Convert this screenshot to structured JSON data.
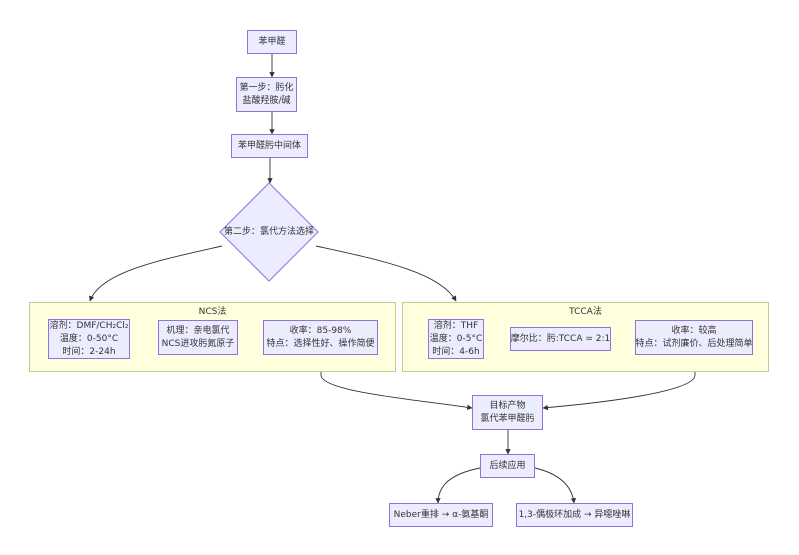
{
  "nodes": {
    "start": [
      "苯甲醛"
    ],
    "step1": [
      "第一步：肟化",
      "盐酸羟胺/碱"
    ],
    "oxime": [
      "苯甲醛肟中间体"
    ],
    "step2": [
      "第二步：氯代方法选择"
    ],
    "target": [
      "目标产物",
      "氯代苯甲醛肟"
    ],
    "followup": [
      "后续应用"
    ],
    "neber": [
      "Neber重排 → α-氨基酮"
    ],
    "cyclo": [
      "1,3-偶极环加成 → 异噁唑啉"
    ]
  },
  "clusters": {
    "ncs": {
      "title": "NCS法",
      "cond": [
        "溶剂：DMF/CH₂Cl₂",
        "温度：0-50°C",
        "时间：2-24h"
      ],
      "mech": [
        "机理：亲电氯代",
        "NCS进攻肟氮原子"
      ],
      "yield": [
        "收率：85-98%",
        "特点：选择性好、操作简便"
      ]
    },
    "tcca": {
      "title": "TCCA法",
      "cond": [
        "溶剂：THF",
        "温度：0-5°C",
        "时间：4-6h"
      ],
      "ratio": [
        "摩尔比：肟:TCCA = 2:1"
      ],
      "yield": [
        "收率：较高",
        "特点：试剂廉价、后处理简单"
      ]
    }
  },
  "colors": {
    "node_fill": "#ECECFF",
    "node_stroke": "#9370DB",
    "cluster_fill": "#ffffde",
    "cluster_stroke": "#c9c98c",
    "edge": "#333333"
  }
}
